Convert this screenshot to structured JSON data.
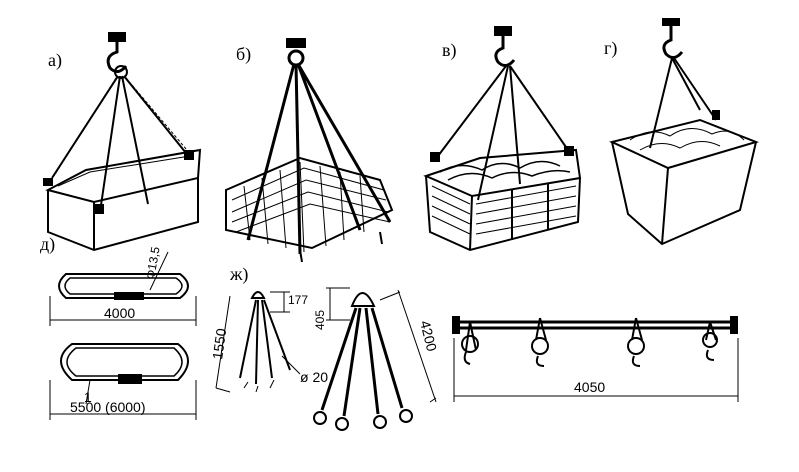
{
  "labels": {
    "a": "а)",
    "b": "б)",
    "v": "в)",
    "g": "г)",
    "d": "д)",
    "zh": "ж)"
  },
  "dimensions": {
    "ring_diameter": "Φ13,5",
    "sling_short_length": "4000",
    "sling_long_mark": "1",
    "sling_long_length": "5500 (6000)",
    "sling_leg_length": "1550",
    "ring_height_small": "177",
    "wire_diameter": "ø 20",
    "ring_height": "405",
    "leg_length_long": "4200",
    "traverse_length": "4050"
  }
}
